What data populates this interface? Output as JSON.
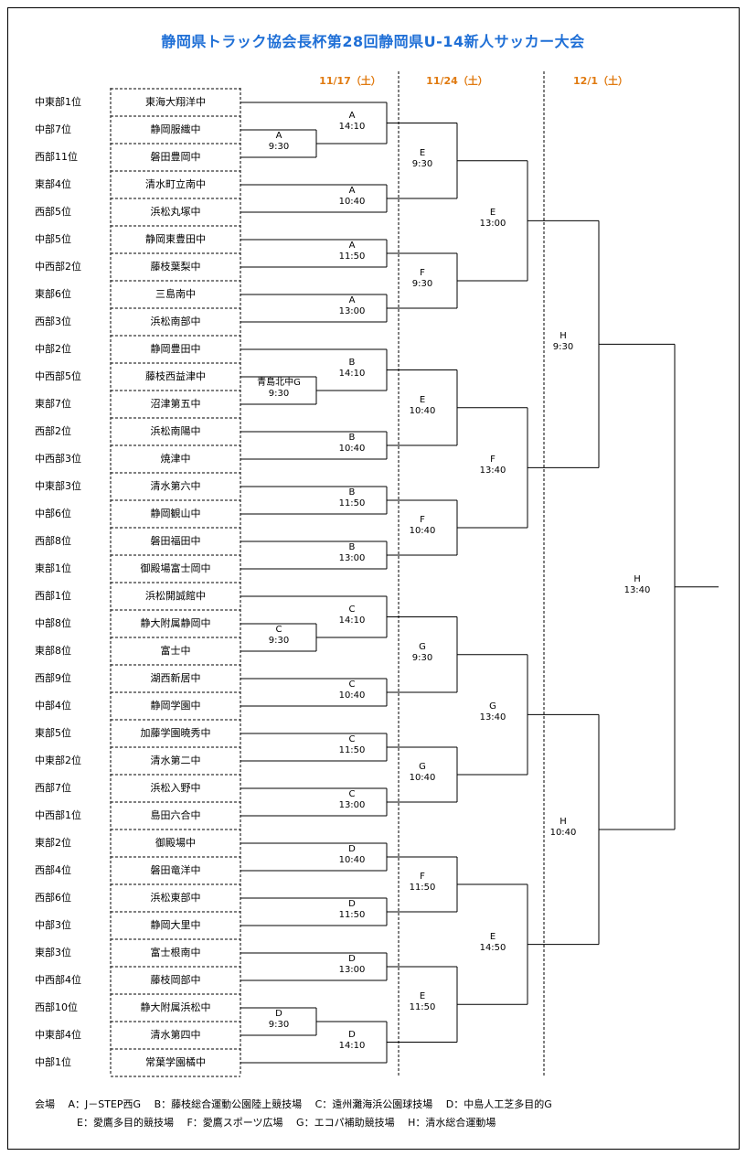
{
  "title": "静岡県トラック協会長杯第28回静岡県U-14新人サッカー大会",
  "dates": [
    "11/17（土）",
    "11/24（土）",
    "12/1（土）"
  ],
  "teams": [
    {
      "rank": "中東部1位",
      "name": "東海大翔洋中"
    },
    {
      "rank": "中部7位",
      "name": "静岡服織中"
    },
    {
      "rank": "西部11位",
      "name": "磐田豊岡中"
    },
    {
      "rank": "東部4位",
      "name": "清水町立南中"
    },
    {
      "rank": "西部5位",
      "name": "浜松丸塚中"
    },
    {
      "rank": "中部5位",
      "name": "静岡東豊田中"
    },
    {
      "rank": "中西部2位",
      "name": "藤枝葉梨中"
    },
    {
      "rank": "東部6位",
      "name": "三島南中"
    },
    {
      "rank": "西部3位",
      "name": "浜松南部中"
    },
    {
      "rank": "中部2位",
      "name": "静岡豊田中"
    },
    {
      "rank": "中西部5位",
      "name": "藤枝西益津中"
    },
    {
      "rank": "東部7位",
      "name": "沼津第五中"
    },
    {
      "rank": "西部2位",
      "name": "浜松南陽中"
    },
    {
      "rank": "中西部3位",
      "name": "焼津中"
    },
    {
      "rank": "中東部3位",
      "name": "清水第六中"
    },
    {
      "rank": "中部6位",
      "name": "静岡観山中"
    },
    {
      "rank": "西部8位",
      "name": "磐田福田中"
    },
    {
      "rank": "東部1位",
      "name": "御殿場富士岡中"
    },
    {
      "rank": "西部1位",
      "name": "浜松開誠館中"
    },
    {
      "rank": "中部8位",
      "name": "静大附属静岡中"
    },
    {
      "rank": "東部8位",
      "name": "富士中"
    },
    {
      "rank": "西部9位",
      "name": "湖西新居中"
    },
    {
      "rank": "中部4位",
      "name": "静岡学園中"
    },
    {
      "rank": "東部5位",
      "name": "加藤学園暁秀中"
    },
    {
      "rank": "中東部2位",
      "name": "清水第二中"
    },
    {
      "rank": "西部7位",
      "name": "浜松入野中"
    },
    {
      "rank": "中西部1位",
      "name": "島田六合中"
    },
    {
      "rank": "東部2位",
      "name": "御殿場中"
    },
    {
      "rank": "西部4位",
      "name": "磐田竜洋中"
    },
    {
      "rank": "西部6位",
      "name": "浜松東部中"
    },
    {
      "rank": "中部3位",
      "name": "静岡大里中"
    },
    {
      "rank": "東部3位",
      "name": "富士根南中"
    },
    {
      "rank": "中西部4位",
      "name": "藤枝岡部中"
    },
    {
      "rank": "西部10位",
      "name": "静大附属浜松中"
    },
    {
      "rank": "中東部4位",
      "name": "清水第四中"
    },
    {
      "rank": "中部1位",
      "name": "常葉学園橘中"
    }
  ],
  "matches": {
    "q1": {
      "venue": "A",
      "time": "9:30"
    },
    "q2": {
      "venue": "青島北中G",
      "time": "9:30"
    },
    "q3": {
      "venue": "C",
      "time": "9:30"
    },
    "q4": {
      "venue": "D",
      "time": "9:30"
    },
    "r1": [
      {
        "venue": "A",
        "time": "14:10"
      },
      {
        "venue": "A",
        "time": "10:40"
      },
      {
        "venue": "A",
        "time": "11:50"
      },
      {
        "venue": "A",
        "time": "13:00"
      },
      {
        "venue": "B",
        "time": "14:10"
      },
      {
        "venue": "B",
        "time": "10:40"
      },
      {
        "venue": "B",
        "time": "11:50"
      },
      {
        "venue": "B",
        "time": "13:00"
      },
      {
        "venue": "C",
        "time": "14:10"
      },
      {
        "venue": "C",
        "time": "10:40"
      },
      {
        "venue": "C",
        "time": "11:50"
      },
      {
        "venue": "C",
        "time": "13:00"
      },
      {
        "venue": "D",
        "time": "10:40"
      },
      {
        "venue": "D",
        "time": "11:50"
      },
      {
        "venue": "D",
        "time": "13:00"
      },
      {
        "venue": "D",
        "time": "14:10"
      }
    ],
    "r2": [
      {
        "venue": "E",
        "time": "9:30"
      },
      {
        "venue": "F",
        "time": "9:30"
      },
      {
        "venue": "E",
        "time": "10:40"
      },
      {
        "venue": "F",
        "time": "10:40"
      },
      {
        "venue": "G",
        "time": "9:30"
      },
      {
        "venue": "G",
        "time": "10:40"
      },
      {
        "venue": "F",
        "time": "11:50"
      },
      {
        "venue": "E",
        "time": "11:50"
      }
    ],
    "r3": [
      {
        "venue": "E",
        "time": "13:00"
      },
      {
        "venue": "F",
        "time": "13:40"
      },
      {
        "venue": "G",
        "time": "13:40"
      },
      {
        "venue": "E",
        "time": "14:50"
      }
    ],
    "sf": [
      {
        "venue": "H",
        "time": "9:30"
      },
      {
        "venue": "H",
        "time": "10:40"
      }
    ],
    "final": {
      "venue": "H",
      "time": "13:40"
    }
  },
  "legend": {
    "line1": "会場　 A：J－STEP西G　 B：藤枝総合運動公園陸上競技場　 C：遠州灘海浜公園球技場　 D：中島人工芝多目的G",
    "line2": "E：愛鷹多目的競技場　 F：愛鷹スポーツ広場　 G：エコパ補助競技場　 H：清水総合運動場"
  }
}
